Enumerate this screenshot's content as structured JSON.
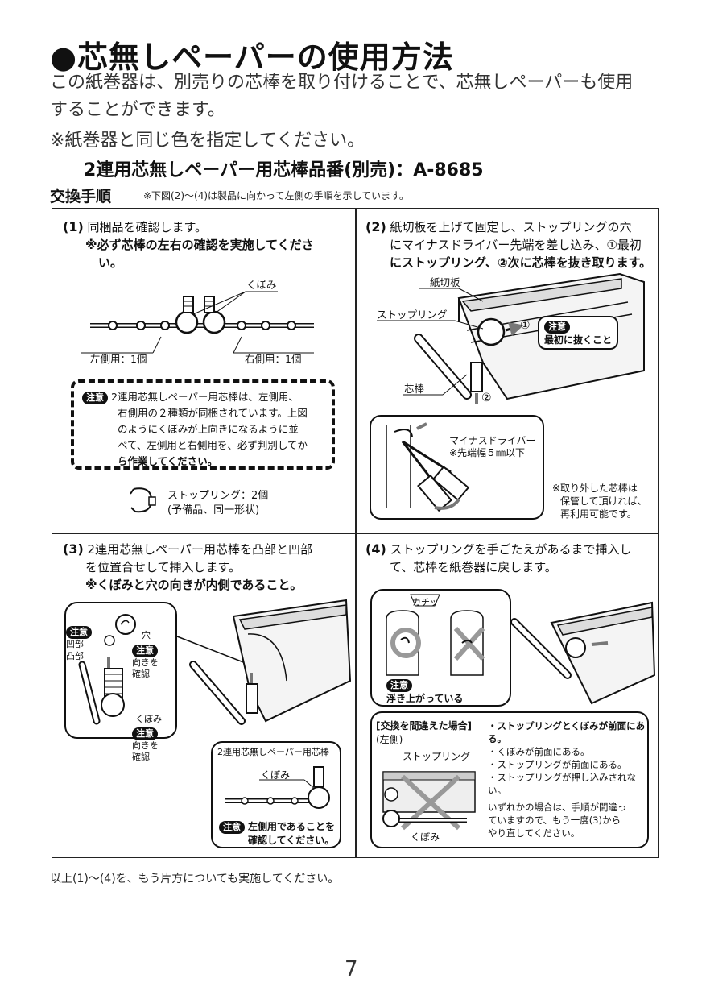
{
  "title": "●芯無しペーパーの使用方法",
  "intro": {
    "line1": "この紙巻器は、別売りの芯棒を取り付けることで、芯無しペーパーも使用",
    "line2": "することができます。",
    "line3": "※紙巻器と同じ色を指定してください。"
  },
  "model_line": "2連用芯無しペーパー用芯棒品番(別売)：A-8685",
  "procedure": {
    "heading": "交換手順",
    "note": "※下図(2)〜(4)は製品に向かって左側の手順を示しています。"
  },
  "step1": {
    "num": "(1)",
    "text": "同梱品を確認します。",
    "bold_note_a": "※必ず芯棒の左右の確認を実施してくださ",
    "bold_note_b": "い。",
    "label_kubomi": "くぼみ",
    "label_left": "左側用：1個",
    "label_right": "右側用：1個",
    "caution_badge": "注意",
    "caution_l1": "2連用芯無しペーパー用芯棒は、左側用、",
    "caution_l2": "右側用の２種類が同梱されています。上図",
    "caution_l3": "のようにくぼみが上向きになるように並",
    "caution_l4": "べて、左側用と右側用を、必ず判別してか",
    "caution_l5": "ら作業してください。",
    "ring_label": "ストップリング：2個",
    "ring_sub": "(予備品、同一形状)"
  },
  "step2": {
    "num": "(2)",
    "l1": "紙切板を上げて固定し、ストップリングの穴",
    "l2": "にマイナスドライバー先端を差し込み、①最初",
    "l3": "にストップリング、②次に芯棒を抜き取ります。",
    "label_cutter": "紙切板",
    "label_ring": "ストップリング",
    "label_core": "芯棒",
    "mark1": "①",
    "mark2": "②",
    "caution_badge": "注意",
    "caution_text": "最初に抜くこと",
    "driver_label": "マイナスドライバー",
    "driver_sub": "※先端幅５㎜以下",
    "reuse_l1": "※取り外した芯棒は",
    "reuse_l2": "保管して頂ければ、",
    "reuse_l3": "再利用可能です。"
  },
  "step3": {
    "num": "(3)",
    "l1": "2連用芯無しペーパー用芯棒を凸部と凹部",
    "l2": "を位置合せして挿入します。",
    "l3": "※くぼみと穴の向きが内側であること。",
    "caution_badge": "注意",
    "label_hole": "穴",
    "label_concave": "凹部",
    "label_convex": "凸部",
    "label_check": "向きを確認",
    "label_kubomi": "くぼみ",
    "inset_title": "2連用芯無しペーパー用芯棒",
    "inset_kubomi": "くぼみ",
    "inset_caution_l1": "左側用であることを",
    "inset_caution_l2": "確認してください。"
  },
  "step4": {
    "num": "(4)",
    "l1": "ストップリングを手ごたえがあるまで挿入し",
    "l2": "て、芯棒を紙巻器に戻します。",
    "click": "カチッ",
    "caution_badge": "注意",
    "float_text": "浮き上がっている",
    "wrong_title": "[交換を間違えた場合]",
    "wrong_side": "(左側)",
    "wrong_ring": "ストップリング",
    "wrong_kubomi": "くぼみ",
    "b1": "・ストップリングとくぼみが前面にある。",
    "b2": "・くぼみが前面にある。",
    "b3": "・ストップリングが前面にある。",
    "b4": "・ストップリングが押し込みされない。",
    "tail_l1": "いずれかの場合は、手順が間違っ",
    "tail_l2": "ていますので、もう一度(3)から",
    "tail_l3": "やり直してください。"
  },
  "footer": "以上(1)〜(4)を、もう片方についても実施してください。",
  "page_number": "7"
}
